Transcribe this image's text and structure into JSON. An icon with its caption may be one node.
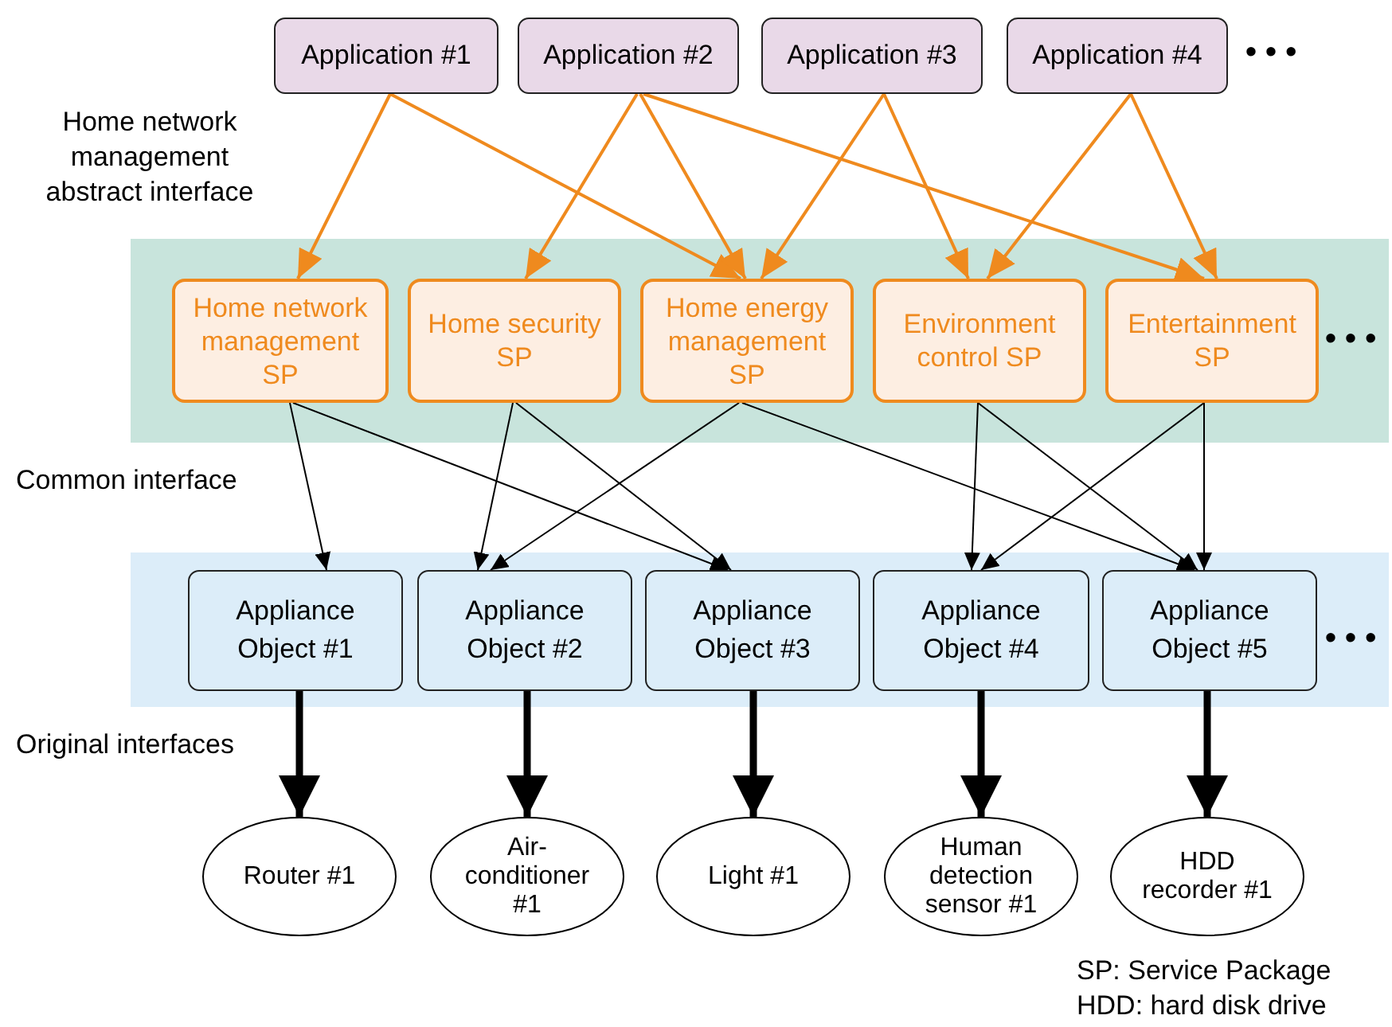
{
  "diagram": {
    "nodes": [
      {
        "text": [
          "Application #1"
        ]
      },
      {
        "text": [
          "Application #2"
        ]
      },
      {
        "text": [
          "Application #3"
        ]
      },
      {
        "text": [
          "Application #4"
        ]
      },
      {
        "text": [
          "Home network management SP"
        ]
      },
      {
        "text": [
          "Home security SP"
        ]
      },
      {
        "text": [
          "Home energy management SP"
        ]
      },
      {
        "text": [
          "Environment control SP"
        ]
      },
      {
        "text": [
          "Entertainment SP"
        ]
      },
      {
        "text": [
          "Appliance Object #1"
        ]
      },
      {
        "text": [
          "Appliance Object #2"
        ]
      },
      {
        "text": [
          "Appliance Object #3"
        ]
      },
      {
        "text": [
          "Appliance Object #4"
        ]
      },
      {
        "text": [
          "Appliance Object #5"
        ]
      },
      {
        "text": [
          "Router #1"
        ]
      },
      {
        "text": [
          "Air-conditioner #1"
        ]
      },
      {
        "text": [
          "Light #1"
        ]
      },
      {
        "text": [
          "Human detection sensor #1"
        ]
      },
      {
        "text": [
          "HDD recorder #1"
        ]
      }
    ],
    "edges": [
      {
        "from": 0,
        "to": 4,
        "arrow": "to",
        "color": "#ef8a1e"
      },
      {
        "from": 0,
        "to": 6,
        "arrow": "to",
        "color": "#ef8a1e"
      },
      {
        "from": 1,
        "to": 5,
        "arrow": "to",
        "color": "#ef8a1e"
      },
      {
        "from": 1,
        "to": 6,
        "arrow": "to",
        "color": "#ef8a1e"
      },
      {
        "from": 1,
        "to": 8,
        "arrow": "to",
        "color": "#ef8a1e"
      },
      {
        "from": 2,
        "to": 6,
        "arrow": "to",
        "color": "#ef8a1e"
      },
      {
        "from": 2,
        "to": 7,
        "arrow": "to",
        "color": "#ef8a1e"
      },
      {
        "from": 3,
        "to": 7,
        "arrow": "to",
        "color": "#ef8a1e"
      },
      {
        "from": 3,
        "to": 8,
        "arrow": "to",
        "color": "#ef8a1e"
      },
      {
        "from": 4,
        "to": 9,
        "arrow": "to"
      },
      {
        "from": 4,
        "to": 11,
        "arrow": "to"
      },
      {
        "from": 5,
        "to": 10,
        "arrow": "to"
      },
      {
        "from": 5,
        "to": 11,
        "arrow": "to"
      },
      {
        "from": 6,
        "to": 10,
        "arrow": "to"
      },
      {
        "from": 6,
        "to": 13,
        "arrow": "to"
      },
      {
        "from": 7,
        "to": 12,
        "arrow": "to"
      },
      {
        "from": 7,
        "to": 13,
        "arrow": "to"
      },
      {
        "from": 8,
        "to": 12,
        "arrow": "to"
      },
      {
        "from": 8,
        "to": 13,
        "arrow": "to"
      },
      {
        "from": 9,
        "to": 14,
        "arrow": "to",
        "style": "thick"
      },
      {
        "from": 10,
        "to": 15,
        "arrow": "to",
        "style": "thick"
      },
      {
        "from": 11,
        "to": 16,
        "arrow": "to",
        "style": "thick"
      },
      {
        "from": 12,
        "to": 17,
        "arrow": "to",
        "style": "thick"
      },
      {
        "from": 13,
        "to": 18,
        "arrow": "to",
        "style": "thick"
      }
    ],
    "labels": [
      "• • •",
      "Home network management abstract interface",
      "• • •",
      "Common interface",
      "• • •",
      "Original interfaces",
      "SP: Service Package",
      "HDD: hard disk drive"
    ]
  }
}
